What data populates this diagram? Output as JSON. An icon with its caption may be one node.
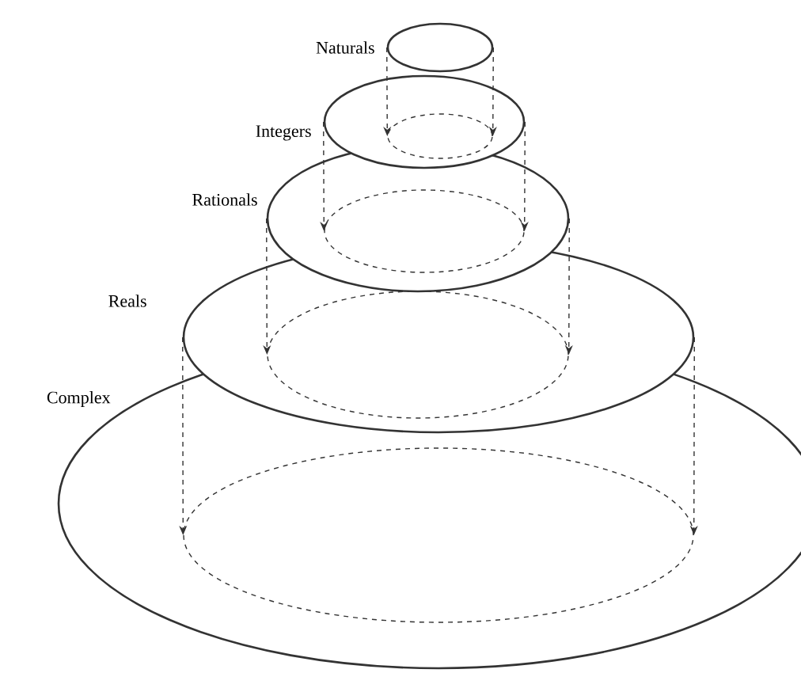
{
  "diagram": {
    "nodes": [
      {
        "text": [
          "Naturals"
        ]
      },
      {
        "text": [
          "Integers"
        ]
      },
      {
        "text": [],
        "shape": "ellipse",
        "in": 1
      },
      {
        "text": [
          "Rationals"
        ]
      },
      {
        "text": [],
        "shape": "ellipse",
        "in": 3
      },
      {
        "text": [
          "Reals"
        ]
      },
      {
        "text": [],
        "shape": "ellipse",
        "in": 5
      },
      {
        "text": [
          "Complex"
        ]
      },
      {
        "text": [],
        "shape": "ellipse",
        "in": 7
      }
    ],
    "edges": [
      {
        "from": 0,
        "to": 2,
        "arrow": "to",
        "style": "dashed"
      },
      {
        "from": 0,
        "to": 2,
        "arrow": "to",
        "style": "dashed"
      },
      {
        "from": 1,
        "to": 4,
        "arrow": "to",
        "style": "dashed"
      },
      {
        "from": 1,
        "to": 4,
        "arrow": "to",
        "style": "dashed"
      },
      {
        "from": 3,
        "to": 6,
        "arrow": "to",
        "style": "dashed"
      },
      {
        "from": 3,
        "to": 6,
        "arrow": "to",
        "style": "dashed"
      },
      {
        "from": 5,
        "to": 8,
        "arrow": "to",
        "style": "dashed"
      },
      {
        "from": 5,
        "to": 8,
        "arrow": "to",
        "style": "dashed"
      }
    ]
  }
}
